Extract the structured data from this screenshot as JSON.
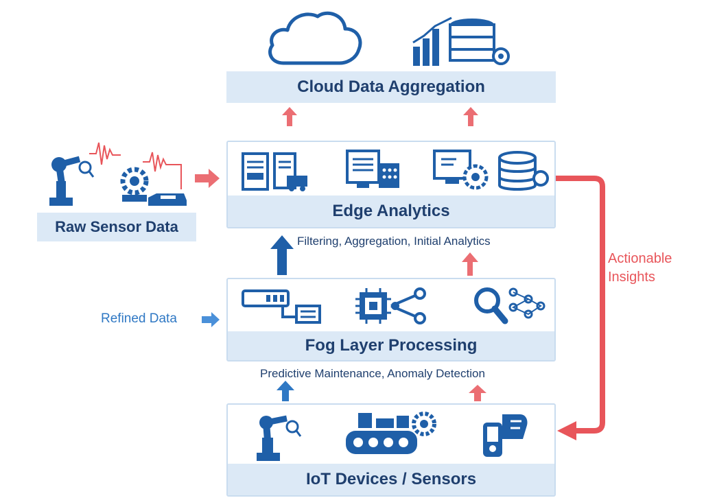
{
  "layers": {
    "cloud": {
      "label": "Cloud Data Aggregation"
    },
    "edge": {
      "label": "Edge Analytics"
    },
    "fog": {
      "label": "Fog Layer Processing"
    },
    "iot": {
      "label": "IoT Devices / Sensors"
    }
  },
  "raw_sensor": {
    "label": "Raw Sensor Data"
  },
  "notes": {
    "edge_input": "Filtering, Aggregation, Initial Analytics",
    "fog_input": "Predictive Maintenance, Anomaly Detection",
    "refined": "Refined Data",
    "feedback_line1": "Actionable",
    "feedback_line2": "Insights"
  },
  "colors": {
    "primary_blue": "#1f5fa8",
    "band_blue": "#dce9f6",
    "red_arrow": "#e8555a",
    "text_navy": "#1f3f6e"
  },
  "icons": {
    "cloud": [
      "cloud-icon",
      "bar-chart-database-icon"
    ],
    "edge": [
      "server-rack-icon",
      "server-truck-icon",
      "data-server-icon",
      "monitor-gear-icon",
      "database-icon"
    ],
    "fog": [
      "router-device-icon",
      "chip-network-icon",
      "search-network-icon"
    ],
    "iot": [
      "robot-arm-icon",
      "conveyor-belt-icon",
      "smart-sensor-icon"
    ],
    "raw": [
      "robot-arm-icon",
      "gear-machine-icon",
      "vehicle-icon",
      "signal-wave-icon"
    ]
  }
}
